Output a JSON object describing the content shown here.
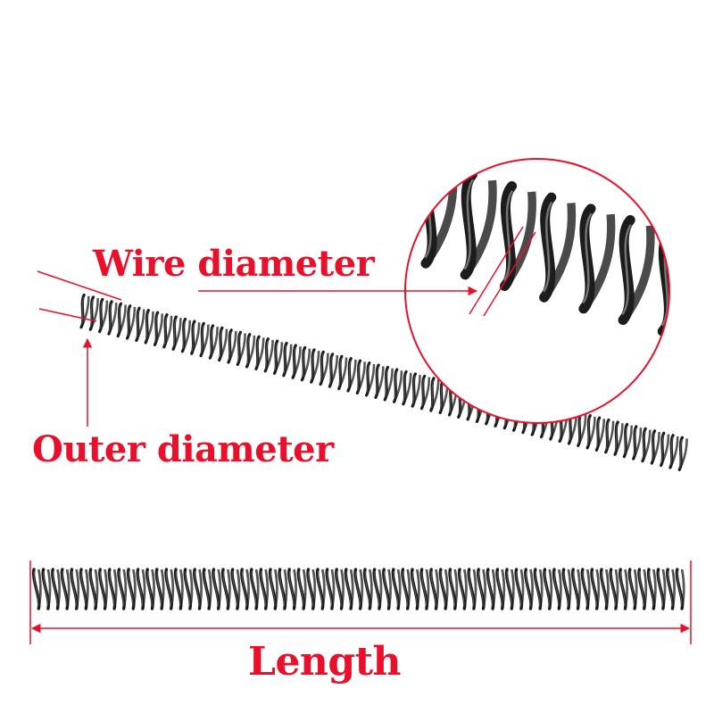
{
  "colors": {
    "annotation": "#e8102a",
    "spring_dark": "#1c1c1c",
    "spring_highlight": "#8a8a8a",
    "background": "#ffffff"
  },
  "labels": {
    "wire_diameter": "Wire diameter",
    "outer_diameter": "Outer diameter",
    "length": "Length"
  },
  "objects": {
    "diagonal_spring": "compression-spring",
    "horizontal_spring": "compression-spring",
    "magnifier": "zoom-circle"
  }
}
